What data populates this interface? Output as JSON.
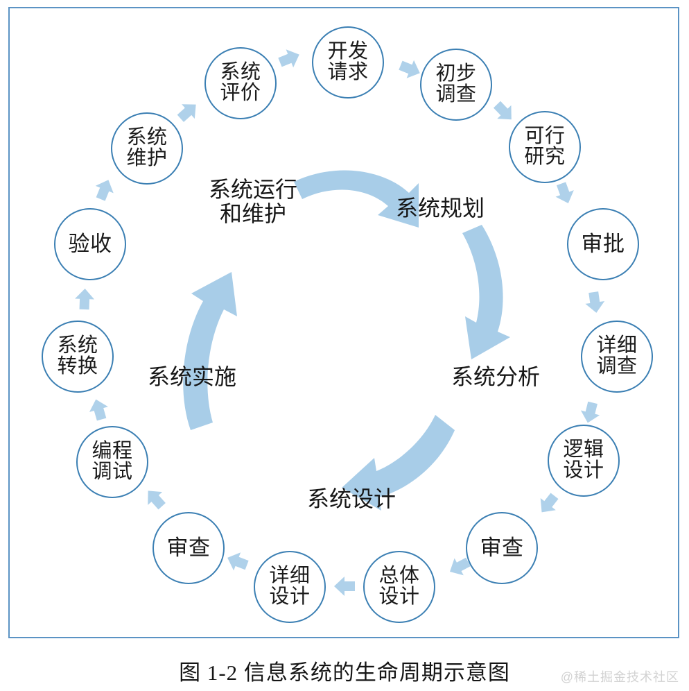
{
  "figure": {
    "caption": "图 1-2    信息系统的生命周期示意图",
    "watermark": "@稀土掘金技术社区",
    "frame_color": "#5b93c4",
    "node_stroke_color": "#3b7fb3",
    "arrow_color": "#a8cde8",
    "background_color": "#ffffff"
  },
  "diagram": {
    "type": "cycle",
    "direction": "clockwise",
    "phases": [
      {
        "id": "planning",
        "label": "系统规划"
      },
      {
        "id": "analysis",
        "label": "系统分析"
      },
      {
        "id": "design",
        "label": "系统设计"
      },
      {
        "id": "implementation",
        "label": "系统实施"
      },
      {
        "id": "operation",
        "label": "系统运行\n和维护"
      }
    ],
    "nodes": [
      {
        "id": "dev-request",
        "label": "开发\n请求",
        "phase": "planning"
      },
      {
        "id": "preliminary-survey",
        "label": "初步\n调查",
        "phase": "planning"
      },
      {
        "id": "feasibility-study",
        "label": "可行\n研究",
        "phase": "planning"
      },
      {
        "id": "approval",
        "label": "审批",
        "phase": "planning"
      },
      {
        "id": "detailed-survey",
        "label": "详细\n调查",
        "phase": "analysis"
      },
      {
        "id": "logical-design",
        "label": "逻辑\n设计",
        "phase": "analysis"
      },
      {
        "id": "review-analysis",
        "label": "审查",
        "phase": "analysis"
      },
      {
        "id": "overall-design",
        "label": "总体\n设计",
        "phase": "design"
      },
      {
        "id": "detailed-design",
        "label": "详细\n设计",
        "phase": "design"
      },
      {
        "id": "review-design",
        "label": "审查",
        "phase": "design"
      },
      {
        "id": "programming-debug",
        "label": "编程\n调试",
        "phase": "implementation"
      },
      {
        "id": "system-conversion",
        "label": "系统\n转换",
        "phase": "implementation"
      },
      {
        "id": "acceptance",
        "label": "验收",
        "phase": "implementation"
      },
      {
        "id": "system-maintenance",
        "label": "系统\n维护",
        "phase": "operation"
      },
      {
        "id": "system-evaluation",
        "label": "系统\n评价",
        "phase": "operation"
      }
    ]
  }
}
